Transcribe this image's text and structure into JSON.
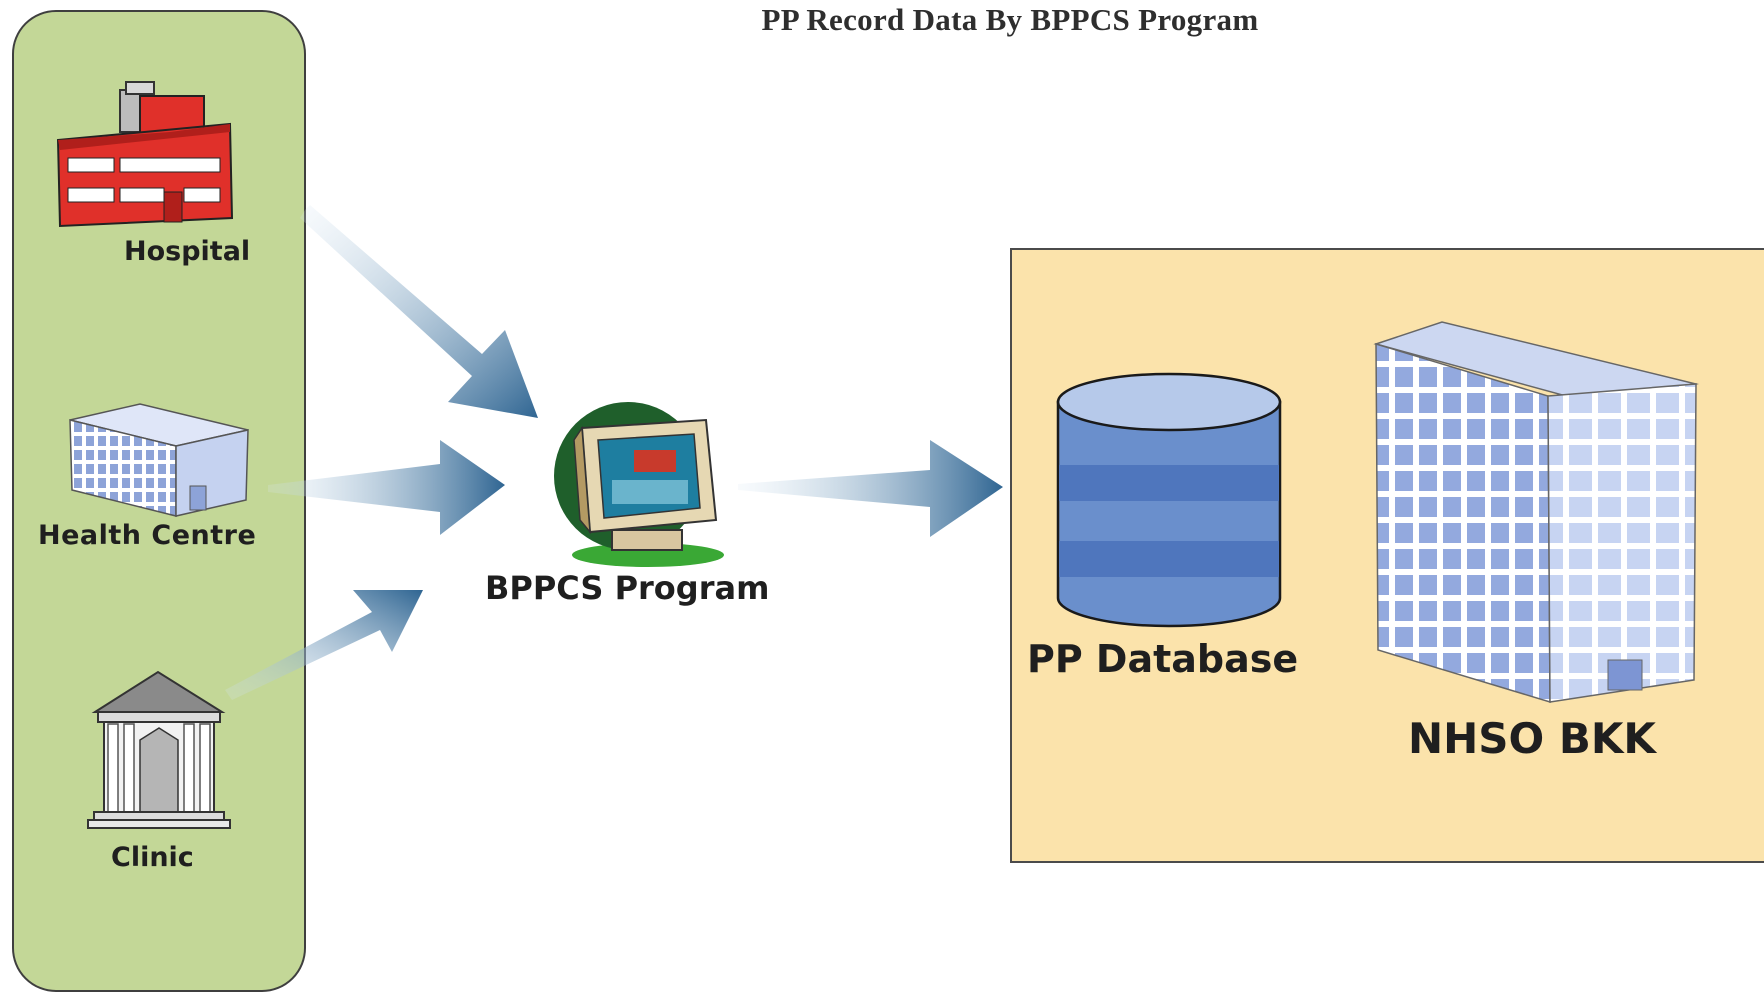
{
  "title": "PP Record Data By BPPCS Program",
  "sources": {
    "hospital": "Hospital",
    "health_centre": "Health Centre",
    "clinic": "Clinic"
  },
  "program": {
    "label": "BPPCS Program"
  },
  "destination": {
    "database": "PP Database",
    "office": "NHSO BKK"
  },
  "colors": {
    "left_panel": "#c3d797",
    "right_panel": "#fbe3ab",
    "arrow": "#3b6e94",
    "hospital": "#e0302a",
    "database": "#6a8fcc"
  },
  "icons": [
    "hospital-icon",
    "health-centre-icon",
    "clinic-icon",
    "computer-icon",
    "database-icon",
    "office-building-icon"
  ]
}
